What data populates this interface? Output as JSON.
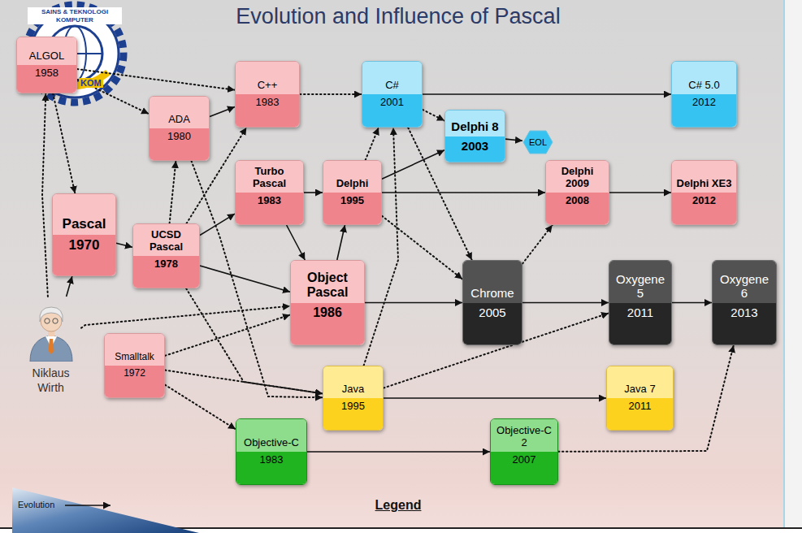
{
  "diagram": {
    "title": "Evolution and Influence of Pascal",
    "nodes": [
      {
        "text": [
          "ALGOL",
          "1958"
        ]
      },
      {
        "text": [
          "C++",
          "1983"
        ]
      },
      {
        "text": [
          "C#",
          "2001"
        ]
      },
      {
        "text": [
          "C# 5.0",
          "2012"
        ]
      },
      {
        "text": [
          "ADA",
          "1980"
        ]
      },
      {
        "text": [
          "Delphi 8",
          "2003"
        ]
      },
      {
        "text": [
          "EOL"
        ]
      },
      {
        "text": [
          "Pascal",
          "1970"
        ]
      },
      {
        "text": [
          "UCSD Pascal",
          "1978"
        ]
      },
      {
        "text": [
          "Turbo Pascal",
          "1983"
        ]
      },
      {
        "text": [
          "Delphi",
          "1995"
        ]
      },
      {
        "text": [
          "Delphi 2009",
          "2008"
        ]
      },
      {
        "text": [
          "Delphi XE3",
          "2012"
        ]
      },
      {
        "text": [
          "Object Pascal",
          "1986"
        ]
      },
      {
        "text": [
          "Chrome",
          "2005"
        ]
      },
      {
        "text": [
          "Oxygene 5",
          "2011"
        ]
      },
      {
        "text": [
          "Oxygene 6",
          "2013"
        ]
      },
      {
        "text": [
          "Niklaus Wirth"
        ]
      },
      {
        "text": [
          "Smalltalk",
          "1972"
        ]
      },
      {
        "text": [
          "Java",
          "1995"
        ]
      },
      {
        "text": [
          "Java 7",
          "2011"
        ]
      },
      {
        "text": [
          "Objective-C",
          "1983"
        ]
      },
      {
        "text": [
          "Objective-C 2",
          "2007"
        ]
      }
    ],
    "edges": [
      {
        "from": 0,
        "to": 1,
        "arrow": "to"
      },
      {
        "from": 0,
        "to": 4,
        "arrow": "to"
      },
      {
        "from": 0,
        "to": 7,
        "arrow": "to"
      },
      {
        "from": 17,
        "to": 0,
        "arrow": "to"
      },
      {
        "from": 17,
        "to": 7,
        "arrow": "to"
      },
      {
        "from": 17,
        "to": 13,
        "arrow": "to"
      },
      {
        "from": 4,
        "to": 1,
        "arrow": "to"
      },
      {
        "from": 1,
        "to": 2,
        "arrow": "to"
      },
      {
        "from": 2,
        "to": 3,
        "arrow": "to"
      },
      {
        "from": 2,
        "to": 5,
        "arrow": "to"
      },
      {
        "from": 2,
        "to": 14,
        "arrow": "to"
      },
      {
        "from": 5,
        "to": 6,
        "arrow": "to"
      },
      {
        "from": 7,
        "to": 8,
        "arrow": "to"
      },
      {
        "from": 8,
        "to": 4,
        "arrow": "to"
      },
      {
        "from": 8,
        "to": 1,
        "arrow": "to"
      },
      {
        "from": 8,
        "to": 9,
        "arrow": "to"
      },
      {
        "from": 8,
        "to": 13,
        "arrow": "to"
      },
      {
        "from": 4,
        "to": 19,
        "arrow": "to"
      },
      {
        "from": 8,
        "to": 19,
        "arrow": "to"
      },
      {
        "from": 18,
        "to": 19,
        "arrow": "to"
      },
      {
        "from": 18,
        "to": 13,
        "arrow": "to"
      },
      {
        "from": 18,
        "to": 21,
        "arrow": "to"
      },
      {
        "from": 9,
        "to": 10,
        "arrow": "to"
      },
      {
        "from": 9,
        "to": 13,
        "arrow": "to"
      },
      {
        "from": 13,
        "to": 10,
        "arrow": "to"
      },
      {
        "from": 13,
        "to": 14,
        "arrow": "to"
      },
      {
        "from": 10,
        "to": 11,
        "arrow": "to"
      },
      {
        "from": 10,
        "to": 5,
        "arrow": "to"
      },
      {
        "from": 10,
        "to": 2,
        "arrow": "to"
      },
      {
        "from": 10,
        "to": 14,
        "arrow": "to"
      },
      {
        "from": 11,
        "to": 12,
        "arrow": "to"
      },
      {
        "from": 14,
        "to": 11,
        "arrow": "to"
      },
      {
        "from": 14,
        "to": 15,
        "arrow": "to"
      },
      {
        "from": 15,
        "to": 16,
        "arrow": "to"
      },
      {
        "from": 19,
        "to": 20,
        "arrow": "to"
      },
      {
        "from": 19,
        "to": 2,
        "arrow": "to"
      },
      {
        "from": 19,
        "to": 15,
        "arrow": "to"
      },
      {
        "from": 21,
        "to": 22,
        "arrow": "to"
      },
      {
        "from": 22,
        "to": 16,
        "arrow": "to"
      }
    ],
    "labels": [
      "SAINS & TEKNOLOGI KOMPUTER",
      "KOM",
      "Legend"
    ],
    "legend": [
      {
        "text": "Evolution"
      }
    ]
  }
}
